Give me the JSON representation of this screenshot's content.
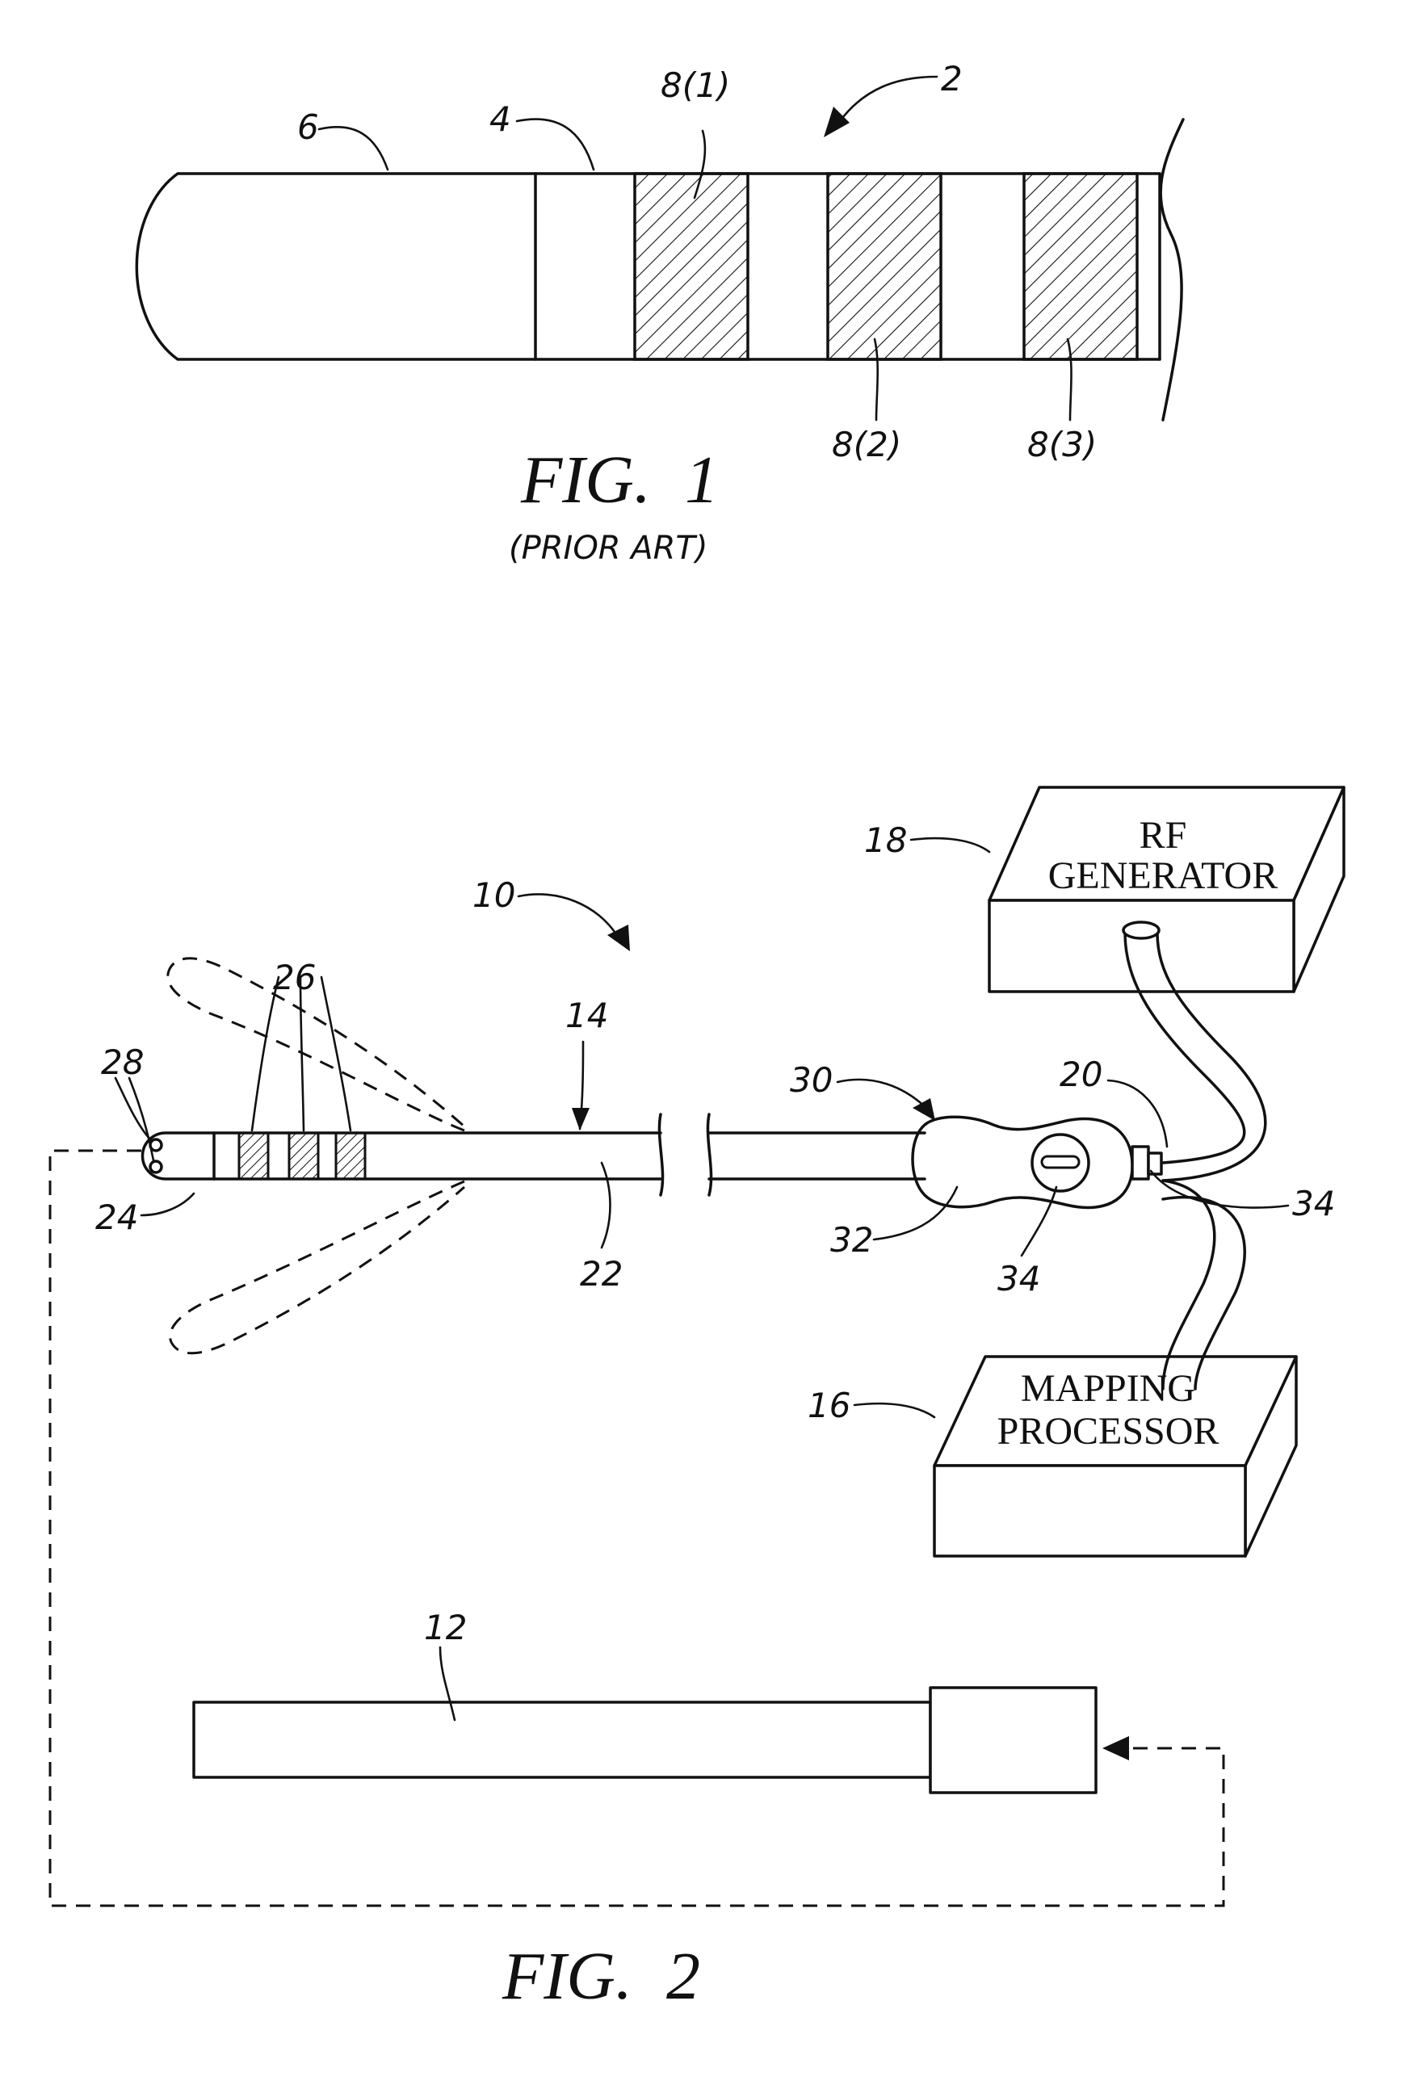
{
  "fig1": {
    "title": "FIG.  1",
    "subtitle": "(PRIOR ART)",
    "refs": {
      "catheter": "2",
      "shaft": "4",
      "tip": "6",
      "ring1": "8(1)",
      "ring2": "8(2)",
      "ring3": "8(3)"
    }
  },
  "fig2": {
    "title": "FIG.  2",
    "rf_generator": {
      "line1": "RF",
      "line2": "GENERATOR"
    },
    "mapping_processor": {
      "line1": "MAPPING",
      "line2": "PROCESSOR"
    },
    "refs": {
      "catheter": "10",
      "imaging_device": "12",
      "shaft": "14",
      "mapping_processor": "16",
      "rf_generator": "18",
      "cable": "20",
      "distal_section": "22",
      "tip_electrode": "24",
      "ring_electrodes": "26",
      "tip_elements": "28",
      "handle_assembly": "30",
      "handle": "32",
      "steering_knob": "34",
      "connector": "34"
    }
  }
}
